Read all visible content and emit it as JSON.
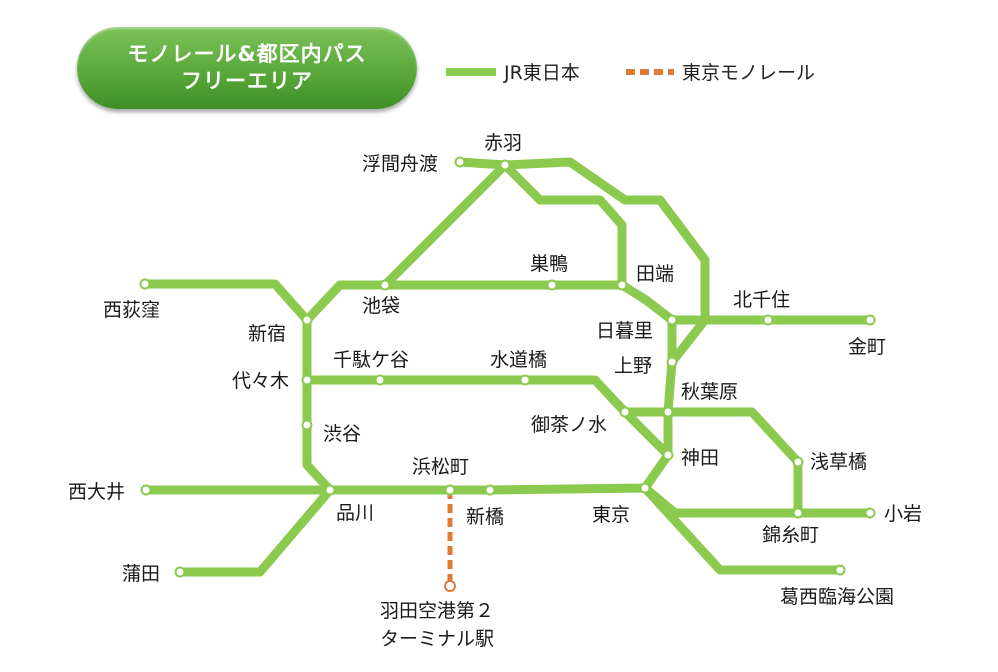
{
  "title": {
    "line1": "モノレール&都区内パス",
    "line2": "フリーエリア"
  },
  "legend": [
    {
      "label": "JR東日本",
      "style": "solid",
      "color": "#8bc94f"
    },
    {
      "label": "東京モノレール",
      "style": "dashed",
      "color": "#e07a35"
    }
  ],
  "colors": {
    "jr_line": "#8bc94f",
    "monorail": "#e07a35",
    "station_fill": "#ffffff"
  },
  "stations": {
    "akabane": "赤羽",
    "ukimafunado": "浮間舟渡",
    "sugamo": "巣鴨",
    "tabata": "田端",
    "ikebukuro": "池袋",
    "nishiogikubo": "西荻窪",
    "shinjuku": "新宿",
    "nippori": "日暮里",
    "kitasenju": "北千住",
    "kanamachi": "金町",
    "sendagaya": "千駄ケ谷",
    "suidobashi": "水道橋",
    "ueno": "上野",
    "yoyogi": "代々木",
    "akihabara": "秋葉原",
    "ochanomizu": "御茶ノ水",
    "shibuya": "渋谷",
    "kanda": "神田",
    "asakusabashi": "浅草橋",
    "hamamatsucho": "浜松町",
    "nishioi": "西大井",
    "shinagawa": "品川",
    "shimbashi": "新橋",
    "tokyo": "東京",
    "koiwa": "小岩",
    "kinshicho": "錦糸町",
    "kamata": "蒲田",
    "kasai": "葛西臨海公園",
    "haneda_line1": "羽田空港第２",
    "haneda_line2": "ターミナル駅"
  }
}
